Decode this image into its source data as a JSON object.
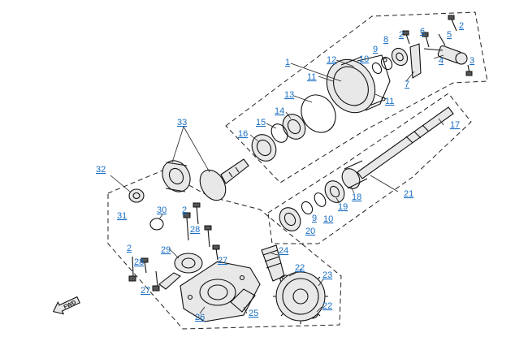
{
  "callouts": {
    "c1": "1",
    "c2a": "2",
    "c2b": "2",
    "c2c": "2",
    "c2d": "2",
    "c3": "3",
    "c4": "4",
    "c5": "5",
    "c6": "6",
    "c7": "7",
    "c8": "8",
    "c9a": "9",
    "c9b": "9",
    "c10a": "10",
    "c10b": "10",
    "c11a": "11",
    "c11b": "11",
    "c12": "12",
    "c13": "13",
    "c14": "14",
    "c15": "15",
    "c16": "16",
    "c17": "17",
    "c18": "18",
    "c19": "19",
    "c20": "20",
    "c21": "21",
    "c22a": "22",
    "c22b": "22",
    "c23": "23",
    "c24": "24",
    "c25": "25",
    "c26": "26",
    "c27a": "27",
    "c27b": "27",
    "c28a": "28",
    "c28b": "28",
    "c29": "29",
    "c30": "30",
    "c31": "31",
    "c32": "32",
    "c33": "33"
  },
  "direction_marker": "FWD"
}
